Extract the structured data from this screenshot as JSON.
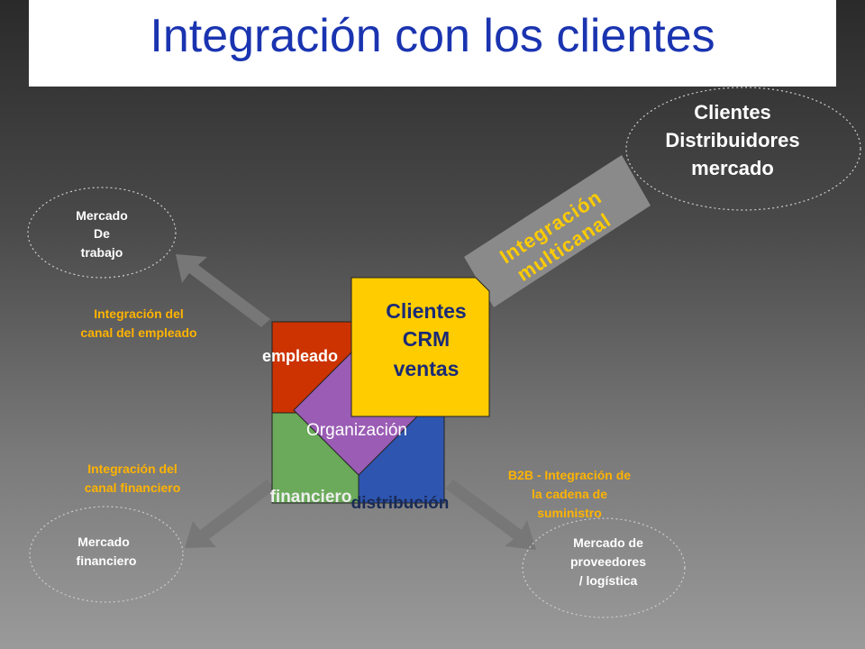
{
  "title": "Integración con los clientes",
  "ellipses": {
    "clientes_top": [
      "Clientes",
      "Distribuidores",
      "mercado"
    ],
    "mercado_trabajo": [
      "Mercado",
      "De",
      "trabajo"
    ],
    "mercado_financiero": [
      "Mercado",
      "financiero"
    ],
    "mercado_proveedores": [
      "Mercado de",
      "proveedores",
      "/ logística"
    ]
  },
  "channels": {
    "empleado": [
      "Integración del",
      "canal del empleado"
    ],
    "financiero": [
      "Integración del",
      "canal financiero"
    ],
    "b2b": [
      "B2B - Integración de",
      "la cadena de",
      "suministro"
    ],
    "multicanal": [
      "Integración",
      "multicanal"
    ]
  },
  "blocks": {
    "empleado": "empleado",
    "financiero": "financiero",
    "distribucion": "distribución",
    "organizacion": "Organización",
    "crm": [
      "Clientes",
      "CRM",
      "ventas"
    ]
  },
  "colors": {
    "title": "#1a34b0",
    "red": "#cc3300",
    "green": "#6aaa5a",
    "blue": "#2e56b0",
    "purple": "#9a5cb4",
    "yellow": "#ffcc00",
    "orange_text": "#ffb300"
  }
}
